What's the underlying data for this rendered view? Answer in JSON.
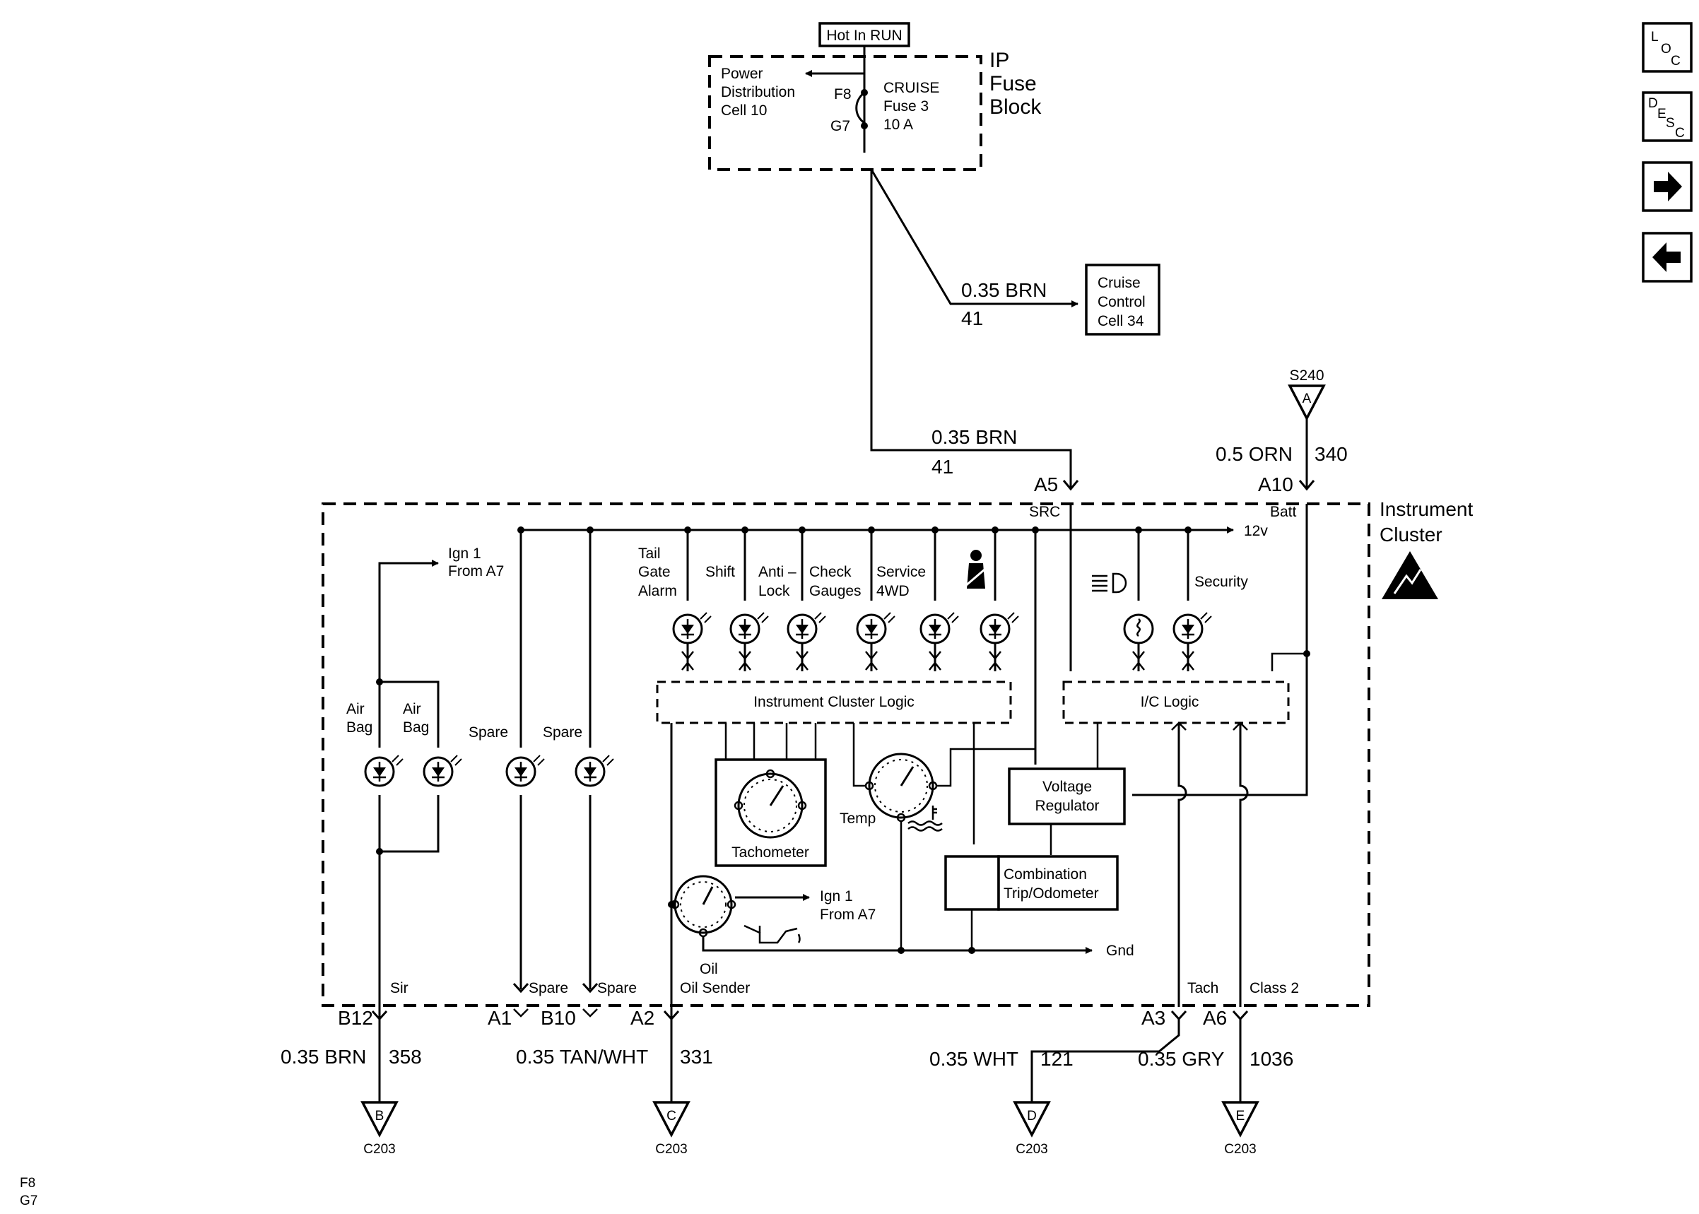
{
  "header": {
    "hot_in_run": "Hot In RUN"
  },
  "fuse_block": {
    "title_line1": "IP",
    "title_line2": "Fuse",
    "title_line3": "Block",
    "power_dist_line1": "Power",
    "power_dist_line2": "Distribution",
    "power_dist_line3": "Cell 10",
    "pin_top": "F8",
    "pin_bottom": "G7",
    "fuse_line1": "CRUISE",
    "fuse_line2": "Fuse 3",
    "fuse_line3": "10 A"
  },
  "cruise": {
    "wire_label": "0.35 BRN",
    "circuit": "41",
    "box_line1": "Cruise",
    "box_line2": "Control",
    "box_line3": "Cell 34"
  },
  "splice": {
    "id": "S240",
    "letter": "A",
    "wire_label": "0.5 ORN",
    "circuit": "340"
  },
  "a5_feed": {
    "wire_label": "0.35 BRN",
    "circuit": "41",
    "pin": "A5",
    "pin_label": "SRC"
  },
  "a10_feed": {
    "pin": "A10",
    "pin_label": "Batt"
  },
  "cluster": {
    "title_line1": "Instrument",
    "title_line2": "Cluster",
    "bus_label": "12v",
    "ign1_top_line1": "Ign 1",
    "ign1_top_line2": "From A7",
    "ign1_oil_line1": "Ign 1",
    "ign1_oil_line2": "From A7",
    "gnd": "Gnd",
    "logic_label": "Instrument Cluster Logic",
    "ic_logic_label": "I/C Logic",
    "tachometer": "Tachometer",
    "temp": "Temp",
    "oil": "Oil",
    "voltage_line1": "Voltage",
    "voltage_line2": "Regulator",
    "combo_line1": "Combination",
    "combo_line2": "Trip/Odometer",
    "lamps": {
      "airbag1_line1": "Air",
      "airbag1_line2": "Bag",
      "airbag2_line1": "Air",
      "airbag2_line2": "Bag",
      "spare1": "Spare",
      "spare2": "Spare",
      "tail_line1": "Tail",
      "tail_line2": "Gate",
      "tail_line3": "Alarm",
      "shift": "Shift",
      "antilock_line1": "Anti –",
      "antilock_line2": "Lock",
      "check_line1": "Check",
      "check_line2": "Gauges",
      "service_line1": "Service",
      "service_line2": "4WD",
      "security": "Security"
    }
  },
  "bottom_pins": {
    "b12": {
      "pin": "B12",
      "label": "Sir",
      "wire": "0.35 BRN",
      "circuit": "358",
      "conn_letter": "B",
      "connector": "C203"
    },
    "a1": {
      "pin": "A1",
      "label": "Spare"
    },
    "b10": {
      "pin": "B10",
      "label": "Spare"
    },
    "a2": {
      "pin": "A2",
      "label": "Oil Sender",
      "wire": "0.35 TAN/WHT",
      "circuit": "331",
      "conn_letter": "C",
      "connector": "C203"
    },
    "a3": {
      "pin": "A3",
      "label": "Tach",
      "wire": "0.35 WHT",
      "circuit": "121",
      "conn_letter": "D",
      "connector": "C203"
    },
    "a6": {
      "pin": "A6",
      "label": "Class 2",
      "wire": "0.35 GRY",
      "circuit": "1036",
      "conn_letter": "E",
      "connector": "C203"
    }
  },
  "nav": {
    "loc": {
      "l1": "L",
      "l2": "O",
      "l3": "C"
    },
    "desc": {
      "l1": "D",
      "l2": "E",
      "l3": "S",
      "l4": "C"
    }
  },
  "footer": {
    "line1": "F8",
    "line2": "G7"
  }
}
